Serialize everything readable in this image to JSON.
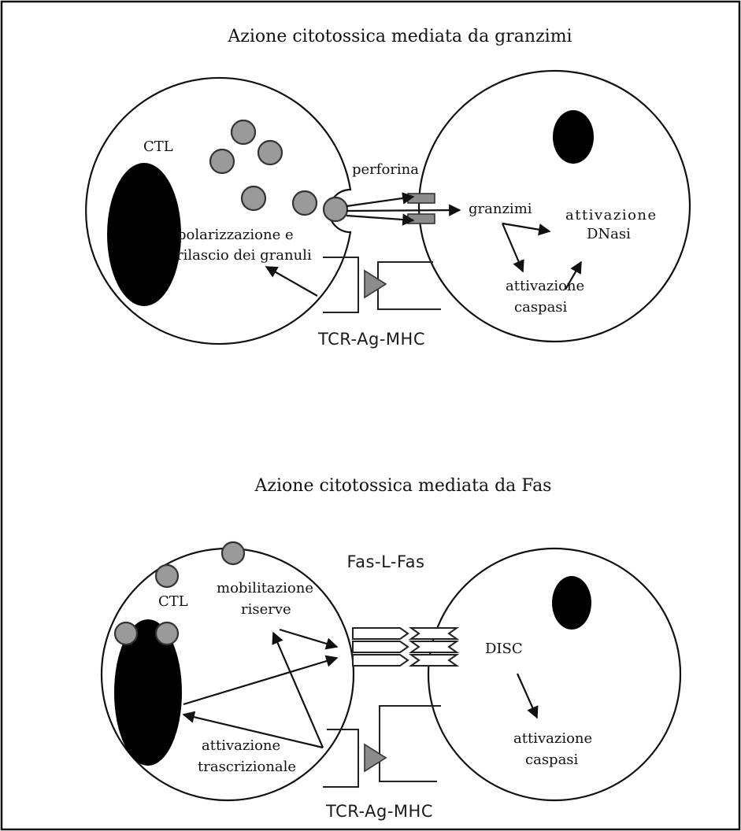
{
  "panel_top": {
    "title": "Azione citotossica mediata da granzimi",
    "cell_label": "CTL",
    "perforin": "perforina",
    "granzymes": "granzimi",
    "polarization_line1": "polarizzazione e",
    "polarization_line2": "rilascio dei granuli",
    "dnase_line1": "attivazione",
    "dnase_line2": "DNasi",
    "caspase_line1": "attivazione",
    "caspase_line2": "caspasi",
    "receptor": "TCR-Ag-MHC"
  },
  "panel_bottom": {
    "title": "Azione citotossica mediata da Fas",
    "cell_label": "CTL",
    "mobilization_line1": "mobilitazione",
    "mobilization_line2": "riserve",
    "fas": "Fas-L-Fas",
    "disc": "DISC",
    "transcription_line1": "attivazione",
    "transcription_line2": "trascrizionale",
    "caspase_line1": "attivazione",
    "caspase_line2": "caspasi",
    "receptor": "TCR-Ag-MHC"
  },
  "colors": {
    "border": "#111111",
    "nucleus": "#000000",
    "granule": "#9a9a9a"
  }
}
